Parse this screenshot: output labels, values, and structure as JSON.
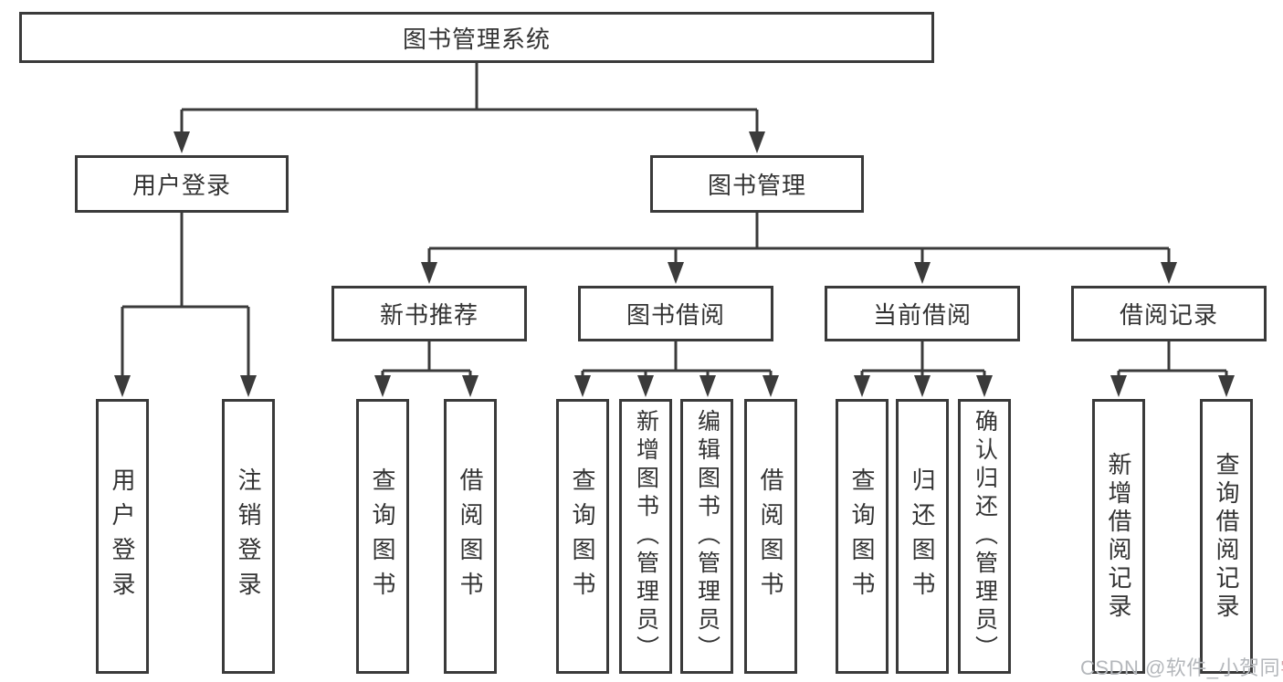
{
  "tree": {
    "root": {
      "label": "图书管理系统",
      "children": [
        {
          "label": "用户登录",
          "children": [
            {
              "label": "用户登录"
            },
            {
              "label": "注销登录"
            }
          ]
        },
        {
          "label": "图书管理",
          "children": [
            {
              "label": "新书推荐",
              "children": [
                {
                  "label": "查询图书"
                },
                {
                  "label": "借阅图书"
                }
              ]
            },
            {
              "label": "图书借阅",
              "children": [
                {
                  "label": "查询图书"
                },
                {
                  "label": "新增图书（管理员）"
                },
                {
                  "label": "编辑图书（管理员）"
                },
                {
                  "label": "借阅图书"
                }
              ]
            },
            {
              "label": "当前借阅",
              "children": [
                {
                  "label": "查询图书"
                },
                {
                  "label": "归还图书"
                },
                {
                  "label": "确认归还（管理员）"
                }
              ]
            },
            {
              "label": "借阅记录",
              "children": [
                {
                  "label": "新增借阅记录"
                },
                {
                  "label": "查询借阅记录"
                }
              ]
            }
          ]
        }
      ]
    }
  },
  "watermark": {
    "text_main": "CSDN @软件_小贺同",
    "text_tail": "学"
  },
  "colors": {
    "box_border": "#3a3a3a",
    "connector": "#3b3b3b",
    "text": "#333333",
    "watermark": "#b4b7bb"
  }
}
